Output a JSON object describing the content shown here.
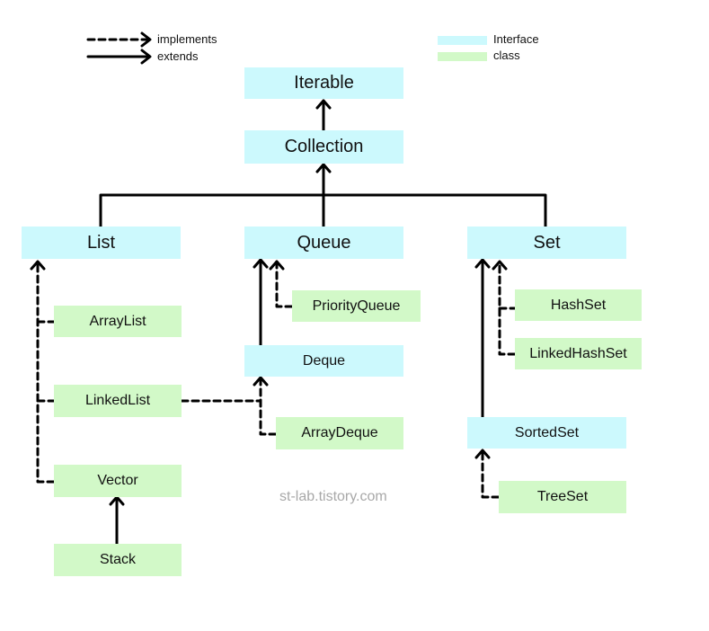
{
  "legend": {
    "implements_label": "implements",
    "extends_label": "extends",
    "interface_label": "Interface",
    "class_label": "class",
    "interface_color": "#ccf9fd",
    "class_color": "#d2f9c8"
  },
  "nodes": {
    "iterable": "Iterable",
    "collection": "Collection",
    "list": "List",
    "queue": "Queue",
    "set": "Set",
    "arraylist": "ArrayList",
    "linkedlist": "LinkedList",
    "vector": "Vector",
    "stack": "Stack",
    "priorityqueue": "PriorityQueue",
    "deque": "Deque",
    "arraydeque": "ArrayDeque",
    "hashset": "HashSet",
    "linkedhashset": "LinkedHashSet",
    "sortedset": "SortedSet",
    "treeset": "TreeSet"
  },
  "watermark": "st-lab.tistory.com"
}
